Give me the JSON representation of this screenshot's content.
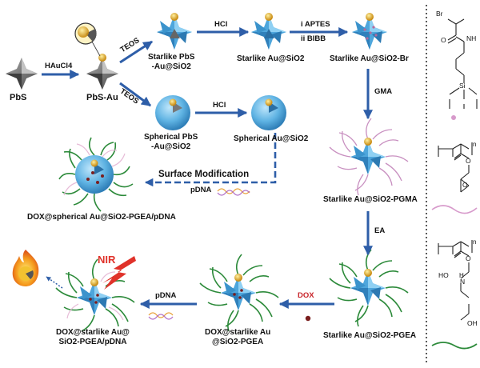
{
  "labels": {
    "pbs": "PbS",
    "pbs_au": "PbS-Au",
    "starlike_pbs_au_sio2_line1": "Starlike PbS",
    "starlike_pbs_au_sio2_line2": "-Au@SiO2",
    "starlike_au_sio2": "Starlike Au@SiO2",
    "starlike_au_sio2_br": "Starlike Au@SiO2-Br",
    "spherical_pbs_au_sio2_line1": "Spherical PbS",
    "spherical_pbs_au_sio2_line2": "-Au@SiO2",
    "spherical_au_sio2": "Spherical Au@SiO2",
    "dox_spherical": "DOX@spherical Au@SiO2-PGEA/pDNA",
    "starlike_pgma": "Starlike Au@SiO2-PGMA",
    "starlike_pgea": "Starlike Au@SiO2-PGEA",
    "dox_starlike_pgea_line1": "DOX@starlike Au",
    "dox_starlike_pgea_line2": "@SiO2-PGEA",
    "dox_starlike_pgea_pdna_line1": "DOX@starlike Au@",
    "dox_starlike_pgea_pdna_line2": "SiO2-PGEA/pDNA"
  },
  "arrows": {
    "haucl4": "HAuCl4",
    "teos_top": "TEOS",
    "teos_bottom": "TEOS",
    "hcl_top": "HCl",
    "hcl_mid": "HCl",
    "aptes": "i APTES",
    "bibb": "ii BIBB",
    "gma": "GMA",
    "ea": "EA",
    "surface_mod": "Surface Modification",
    "pdna_mid": "pDNA",
    "dox": "DOX",
    "pdna_bottom": "pDNA",
    "nir": "NIR"
  },
  "structures": {
    "br": "Br",
    "o": "O",
    "nh": "NH",
    "si": "Si",
    "n": "n",
    "ho": "HO",
    "h": "H",
    "n_atom": "N",
    "oh": "OH"
  },
  "colors": {
    "arrow": "#2e5ea8",
    "sio2": "#5fb3e3",
    "pbs": "#6f6f6f",
    "gold": "#e8b21c",
    "pgma": "#c88fc0",
    "pgea": "#2c8a3a",
    "nir": "#e0322a"
  }
}
